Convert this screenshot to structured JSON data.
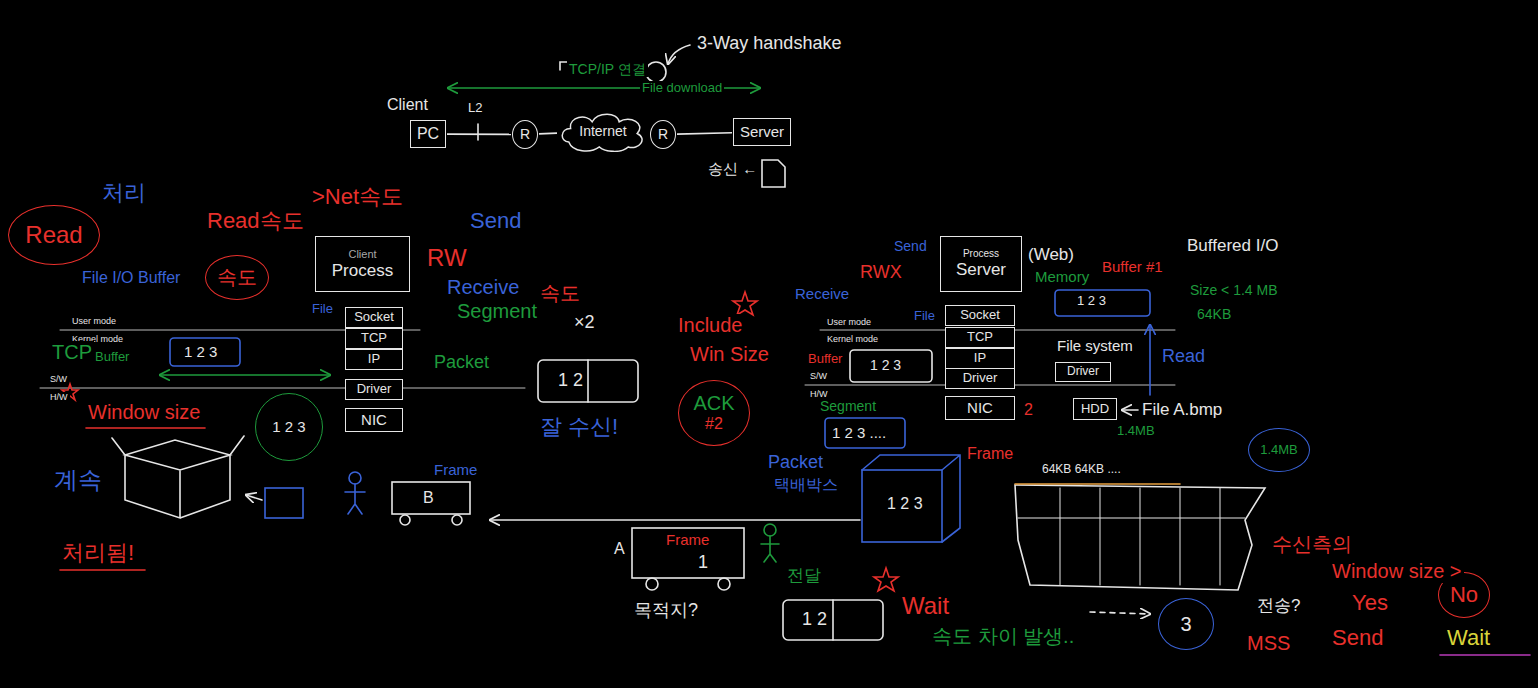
{
  "diagram": {
    "nodes": [
      {
        "text": [
          "PC"
        ]
      },
      {
        "text": [
          "R"
        ]
      },
      {
        "text": [
          "Internet"
        ]
      },
      {
        "text": [
          "R"
        ]
      },
      {
        "text": [
          "Server"
        ]
      },
      {
        "text": [
          "Read"
        ]
      },
      {
        "text": [
          "속도"
        ]
      },
      {
        "text": [
          "Client",
          "Process"
        ]
      },
      {
        "text": [
          "Socket"
        ]
      },
      {
        "text": [
          "TCP"
        ]
      },
      {
        "text": [
          "IP"
        ]
      },
      {
        "text": [
          "Driver"
        ]
      },
      {
        "text": [
          "NIC"
        ]
      },
      {
        "text": [
          "1 2 3"
        ]
      },
      {
        "text": [
          "ACK",
          "#2"
        ]
      },
      {
        "text": [
          "Process",
          "Server"
        ]
      },
      {
        "text": [
          "Socket"
        ]
      },
      {
        "text": [
          "TCP"
        ]
      },
      {
        "text": [
          "IP"
        ]
      },
      {
        "text": [
          "Driver"
        ]
      },
      {
        "text": [
          "NIC"
        ]
      },
      {
        "text": [
          "Driver"
        ]
      },
      {
        "text": [
          "HDD"
        ]
      },
      {
        "text": [
          "1.4MB"
        ]
      },
      {
        "text": [
          "3"
        ]
      },
      {
        "text": [
          "No"
        ]
      }
    ],
    "edges": [
      {
        "from": 0,
        "to": 1,
        "arrow": "none"
      },
      {
        "from": 1,
        "to": 2,
        "arrow": "none"
      },
      {
        "from": 2,
        "to": 3,
        "arrow": "none"
      },
      {
        "from": 3,
        "to": 4,
        "arrow": "none"
      }
    ],
    "labels": [
      "3-Way handshake",
      "TCP/IP 연결",
      "File download",
      "Client",
      "L2",
      "송신 ←",
      "처리",
      "Read속도",
      ">Net속도",
      "Send",
      "RW",
      "Receive",
      "속도",
      "File I/O Buffer",
      "File",
      "Segment",
      "×2",
      "User mode",
      "Kernel mode",
      "TCP",
      "Buffer",
      "1 2 3",
      "Packet",
      "1 2",
      "S/W",
      "H/W",
      "Window size",
      "잘 수신!",
      "Include",
      "Win Size",
      "Frame",
      "B",
      "계속",
      "처리됨!",
      "A",
      "Frame",
      "1",
      "목적지?",
      "전달",
      "1 2",
      "Wait",
      "속도 차이 발생..",
      "Send",
      "RWX",
      "Receive",
      "(Web)",
      "Buffered I/O",
      "Memory",
      "Buffer #1",
      "1 2 3",
      "Size < 1.4 MB",
      "64KB",
      "File",
      "User mode",
      "Kernel mode",
      "Buffer",
      "1 2 3",
      "File system",
      "Read",
      "S/W",
      "H/W",
      "Segment",
      "1 2 3 ....",
      "2",
      "File A.bmp",
      "1.4MB",
      "Frame",
      "64KB 64KB ....",
      "Packet",
      "택배박스",
      "1 2 3",
      "수신측의",
      "Window size >",
      "전송?",
      "Yes",
      "MSS",
      "Send",
      "Wait"
    ]
  }
}
